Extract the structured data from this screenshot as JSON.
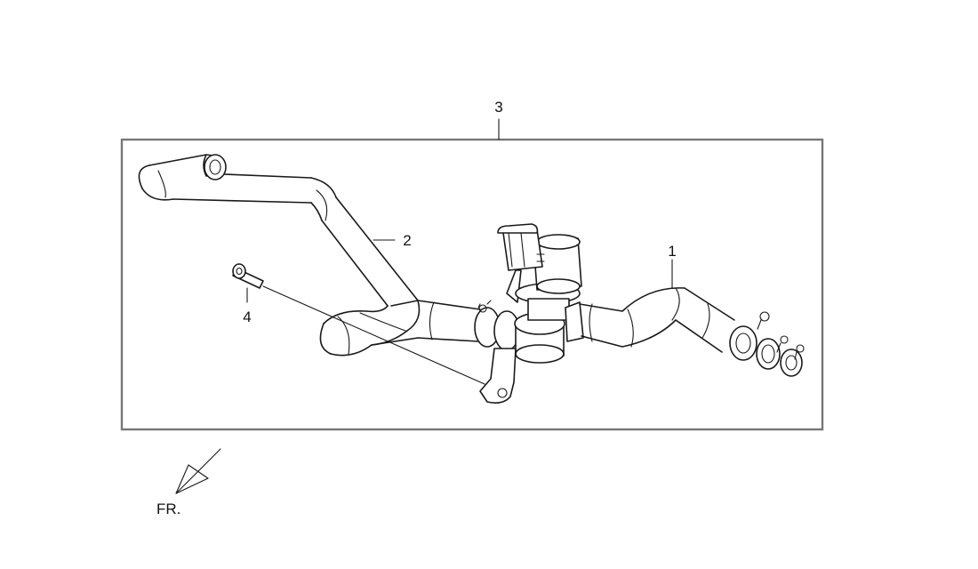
{
  "callouts": {
    "part1": "1",
    "part2": "2",
    "part3": "3",
    "part4": "4"
  },
  "direction_label": "FR."
}
